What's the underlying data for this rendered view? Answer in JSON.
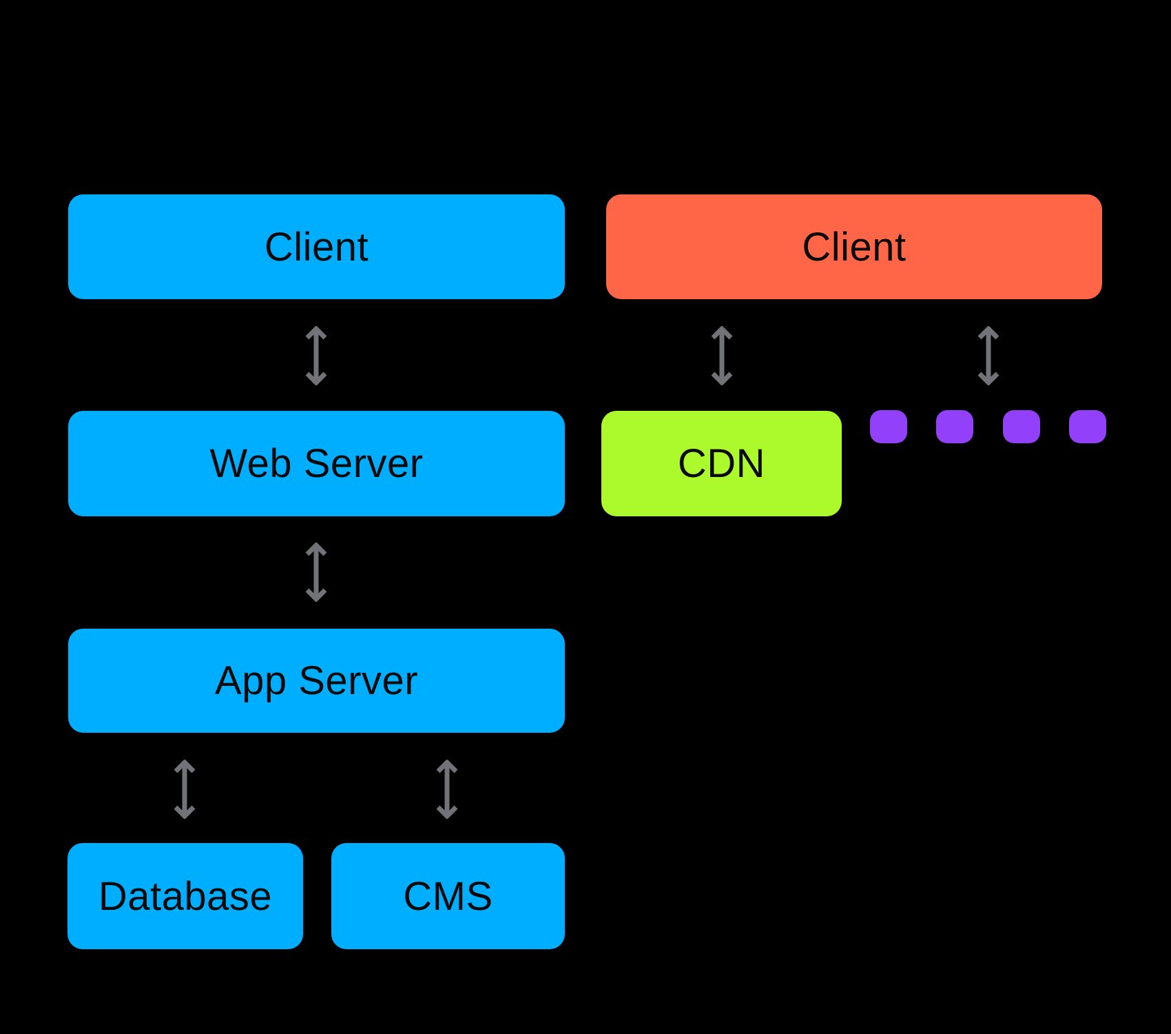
{
  "diagram": {
    "title": "Web architecture diagram",
    "background_color": "#000000",
    "arrow_color": "#717379",
    "text_color": "#0A0A0A",
    "nodes": [
      {
        "id": "client-left",
        "label": "Client",
        "color": "#00AEFF"
      },
      {
        "id": "client-right",
        "label": "Client",
        "color": "#FE6647"
      },
      {
        "id": "web-server",
        "label": "Web Server",
        "color": "#00AEFF"
      },
      {
        "id": "cdn",
        "label": "CDN",
        "color": "#ADFA2C"
      },
      {
        "id": "app-server",
        "label": "App Server",
        "color": "#00AEFF"
      },
      {
        "id": "database",
        "label": "Database",
        "color": "#00AEFF"
      },
      {
        "id": "cms",
        "label": "CMS",
        "color": "#00AEFF"
      }
    ],
    "connections": [
      {
        "from": "client-left",
        "to": "web-server",
        "style": "bidirectional-arrow"
      },
      {
        "from": "client-right",
        "to": "cdn",
        "style": "bidirectional-arrow"
      },
      {
        "from": "client-right",
        "to": "ellipsis",
        "style": "bidirectional-arrow"
      },
      {
        "from": "web-server",
        "to": "app-server",
        "style": "bidirectional-arrow"
      },
      {
        "from": "app-server",
        "to": "database",
        "style": "bidirectional-arrow"
      },
      {
        "from": "app-server",
        "to": "cms",
        "style": "bidirectional-arrow"
      }
    ],
    "ellipsis": {
      "color": "#9340FB",
      "count": 4
    }
  }
}
